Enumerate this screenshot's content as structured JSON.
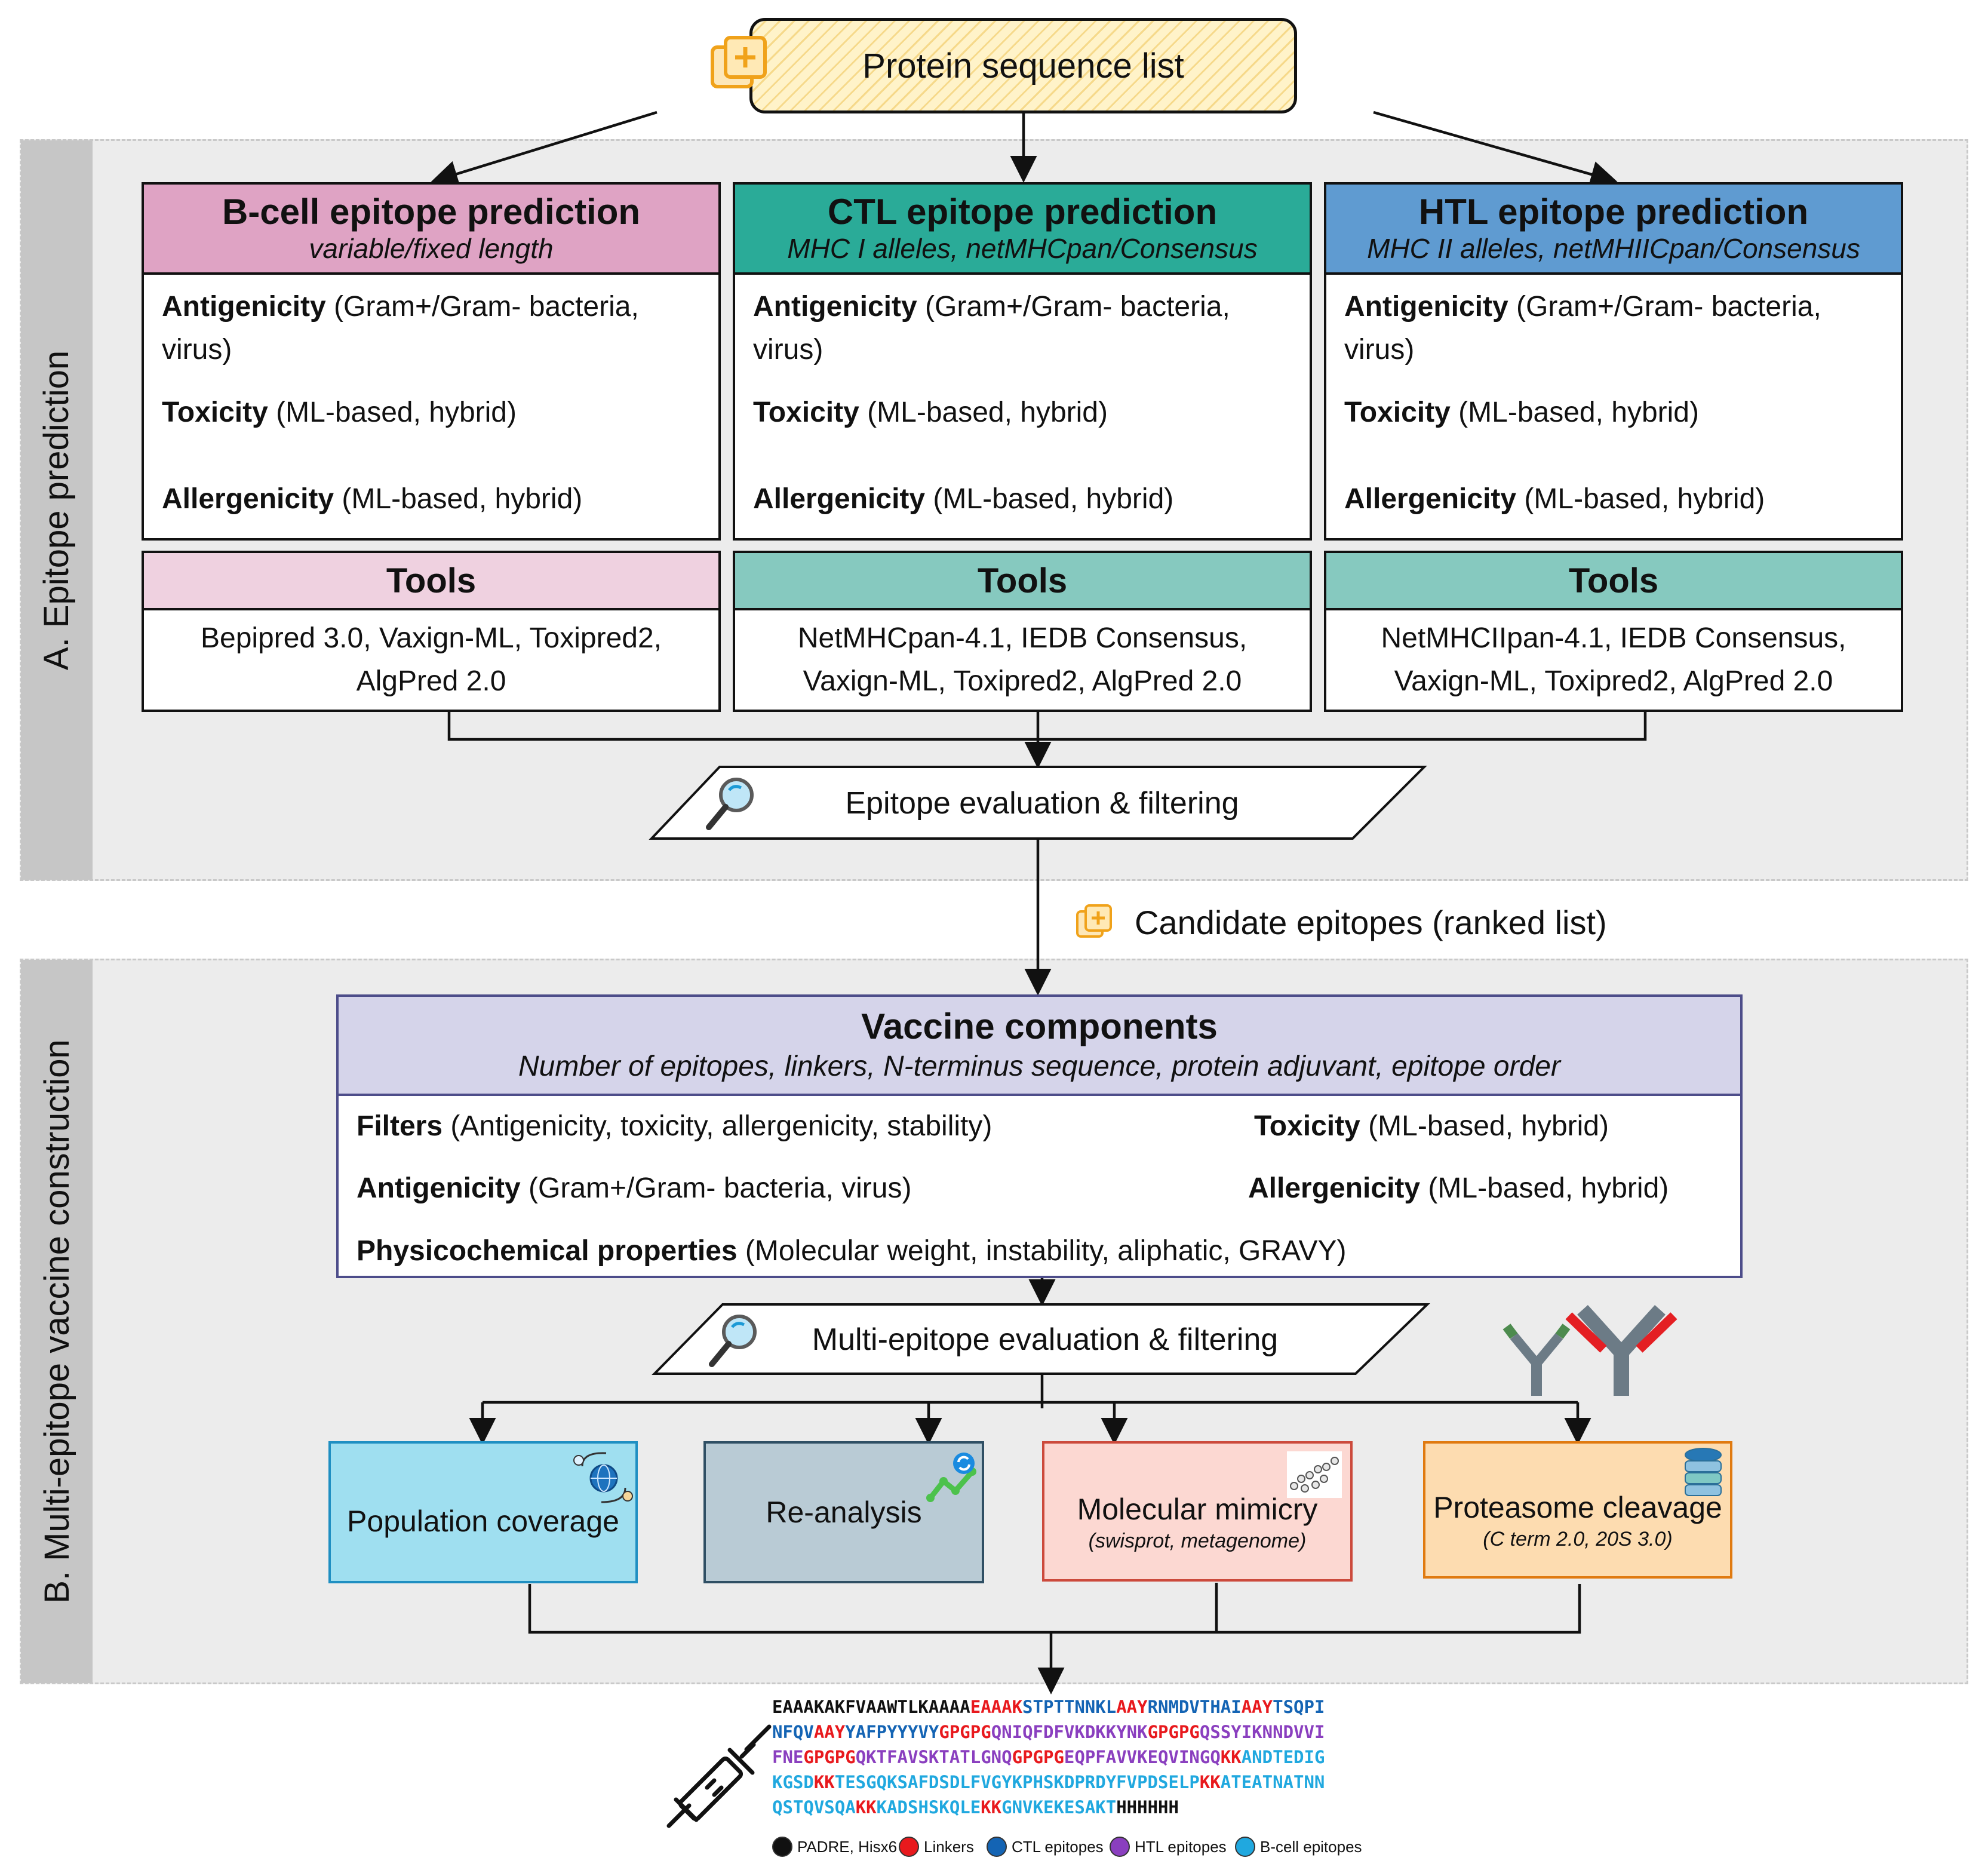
{
  "header": {
    "label": "Protein sequence list"
  },
  "sections": {
    "a_label": "A. Epitope prediction",
    "b_label": "B. Multi-epitope vaccine construction"
  },
  "prediction": [
    {
      "title": "B-cell epitope prediction",
      "subtitle": "variable/fixed length",
      "head_color": "#dfa3c4",
      "tools_color": "#efd1e0",
      "properties": [
        {
          "name": "Antigenicity",
          "detail": " (Gram+/Gram- bacteria, virus)"
        },
        {
          "name": "Toxicity",
          "detail": " (ML-based, hybrid)"
        },
        {
          "name": "Allergenicity",
          "detail": " (ML-based, hybrid)"
        }
      ],
      "tools_label": "Tools",
      "tools_text": "Bepipred 3.0, Vaxign-ML, Toxipred2, AlgPred 2.0"
    },
    {
      "title": "CTL epitope prediction",
      "subtitle": "MHC I alleles, netMHCpan/Consensus",
      "head_color": "#2aab98",
      "tools_color": "#86c9bf",
      "properties": [
        {
          "name": "Antigenicity",
          "detail": " (Gram+/Gram- bacteria, virus)"
        },
        {
          "name": "Toxicity",
          "detail": " (ML-based, hybrid)"
        },
        {
          "name": "Allergenicity",
          "detail": " (ML-based, hybrid)"
        }
      ],
      "tools_label": "Tools",
      "tools_text": "NetMHCpan-4.1, IEDB Consensus, Vaxign-ML, Toxipred2, AlgPred 2.0"
    },
    {
      "title": "HTL epitope prediction",
      "subtitle": "MHC II alleles, netMHIICpan/Consensus",
      "head_color": "#5f9bd1",
      "tools_color": "#86c9bf",
      "properties": [
        {
          "name": "Antigenicity",
          "detail": " (Gram+/Gram- bacteria, virus)"
        },
        {
          "name": "Toxicity",
          "detail": " (ML-based, hybrid)"
        },
        {
          "name": "Allergenicity",
          "detail": " (ML-based, hybrid)"
        }
      ],
      "tools_label": "Tools",
      "tools_text": "NetMHCIIpan-4.1, IEDB Consensus, Vaxign-ML, Toxipred2, AlgPred 2.0"
    }
  ],
  "evaluation": {
    "label": "Epitope evaluation & filtering"
  },
  "candidate": {
    "label": "Candidate epitopes (ranked list)"
  },
  "vaccine": {
    "title": "Vaccine components",
    "subtitle": "Number of epitopes, linkers, N-terminus sequence, protein adjuvant, epitope order",
    "filters": {
      "name": "Filters",
      "detail": " (Antigenicity, toxicity, allergenicity, stability)"
    },
    "toxicity": {
      "name": "Toxicity",
      "detail": " (ML-based, hybrid)"
    },
    "antigenicity": {
      "name": "Antigenicity",
      "detail": " (Gram+/Gram- bacteria, virus)"
    },
    "allergenicity": {
      "name": "Allergenicity",
      "detail": " (ML-based, hybrid)"
    },
    "physchem": {
      "name": "Physicochemical properties",
      "detail": " (Molecular weight, instability, aliphatic, GRAVY)"
    }
  },
  "multi_evaluation": {
    "label": "Multi-epitope evaluation & filtering"
  },
  "analyses": [
    {
      "label": "Population coverage",
      "sub": "",
      "bg": "#9fdff0",
      "border": "#1f8fc2"
    },
    {
      "label": "Re-analysis",
      "sub": "",
      "bg": "#b9cbd5",
      "border": "#2f4f64"
    },
    {
      "label": "Molecular mimicry",
      "sub": "(swisprot, metagenome)",
      "bg": "#fcd8d2",
      "border": "#cc4a3c"
    },
    {
      "label": "Proteasome cleavage",
      "sub": "(C term 2.0, 20S 3.0)",
      "bg": "#fddcb0",
      "border": "#e07a10"
    }
  ],
  "colors": {
    "black": "#111111",
    "linker": "#e8191d",
    "ctl": "#1464b4",
    "htl": "#8a3fbf",
    "bcell": "#20a8df"
  },
  "sequence": [
    [
      [
        "EAAAKAKFVAAWTLKAAAA",
        "black"
      ],
      [
        "EAAAK",
        "linker"
      ],
      [
        "STPTTNNKL",
        "ctl"
      ],
      [
        "AAY",
        "linker"
      ],
      [
        "RNMDVTHAI",
        "ctl"
      ],
      [
        "AAY",
        "linker"
      ],
      [
        "TSQPI",
        "ctl"
      ]
    ],
    [
      [
        "NFQV",
        "ctl"
      ],
      [
        "AAY",
        "linker"
      ],
      [
        "YAFPYYYVY",
        "ctl"
      ],
      [
        "GPGPG",
        "linker"
      ],
      [
        "QNIQFDFVKDKKYNK",
        "htl"
      ],
      [
        "GPGPG",
        "linker"
      ],
      [
        "QSSYIKNNDVVI",
        "htl"
      ]
    ],
    [
      [
        "FNE",
        "htl"
      ],
      [
        "GPGPG",
        "linker"
      ],
      [
        "QKTFAVSKTATLGNQ",
        "htl"
      ],
      [
        "GPGPG",
        "linker"
      ],
      [
        "EQPFAVVKEQVINGQ",
        "htl"
      ],
      [
        "KK",
        "linker"
      ],
      [
        "ANDTEDIG",
        "bcell"
      ]
    ],
    [
      [
        "KGSD",
        "bcell"
      ],
      [
        "KK",
        "linker"
      ],
      [
        "TESGQKSAFDSDLFVGYKPHSKDPRDYFVPDSELP",
        "bcell"
      ],
      [
        "KK",
        "linker"
      ],
      [
        "ATEATNATNN",
        "bcell"
      ]
    ],
    [
      [
        "QSTQVSQA",
        "bcell"
      ],
      [
        "KK",
        "linker"
      ],
      [
        "KADSHSKQLE",
        "bcell"
      ],
      [
        "KK",
        "linker"
      ],
      [
        "GNVKEKESAKT",
        "bcell"
      ],
      [
        "HHHHHH",
        "black"
      ]
    ]
  ],
  "legend": [
    {
      "label": "PADRE, Hisx6",
      "color": "#111111"
    },
    {
      "label": "Linkers",
      "color": "#e8191d"
    },
    {
      "label": "CTL epitopes",
      "color": "#1464b4"
    },
    {
      "label": "HTL epitopes",
      "color": "#8a3fbf"
    },
    {
      "label": "B-cell epitopes",
      "color": "#20a8df"
    }
  ],
  "icons": {
    "copy": "copy-plus-icon",
    "magnifier": "magnifier-icon",
    "antibody": "antibody-icon",
    "globe": "globe-icon",
    "reanalysis": "reanalysis-icon",
    "molecule": "molecule-icon",
    "proteasome": "proteasome-icon",
    "syringe": "syringe-icon"
  }
}
